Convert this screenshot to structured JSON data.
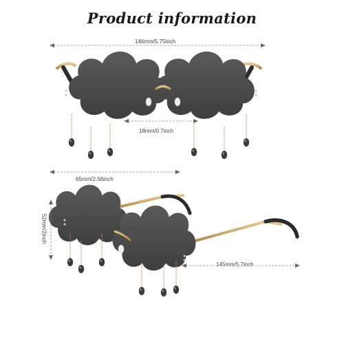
{
  "title": "Product information",
  "dimensions": {
    "total_width": "146mm/5.75inch",
    "bridge": "18mm/0.7inch",
    "lens_width": "65mm/2.56inch",
    "lens_height": "52mm/2inch",
    "temple_length": "145mm/5.7inch"
  },
  "colors": {
    "lens": "#4a4a4a",
    "frame": "#c9a86a",
    "temple_tip": "#2b2b2b",
    "dimension_line": "#888888"
  }
}
